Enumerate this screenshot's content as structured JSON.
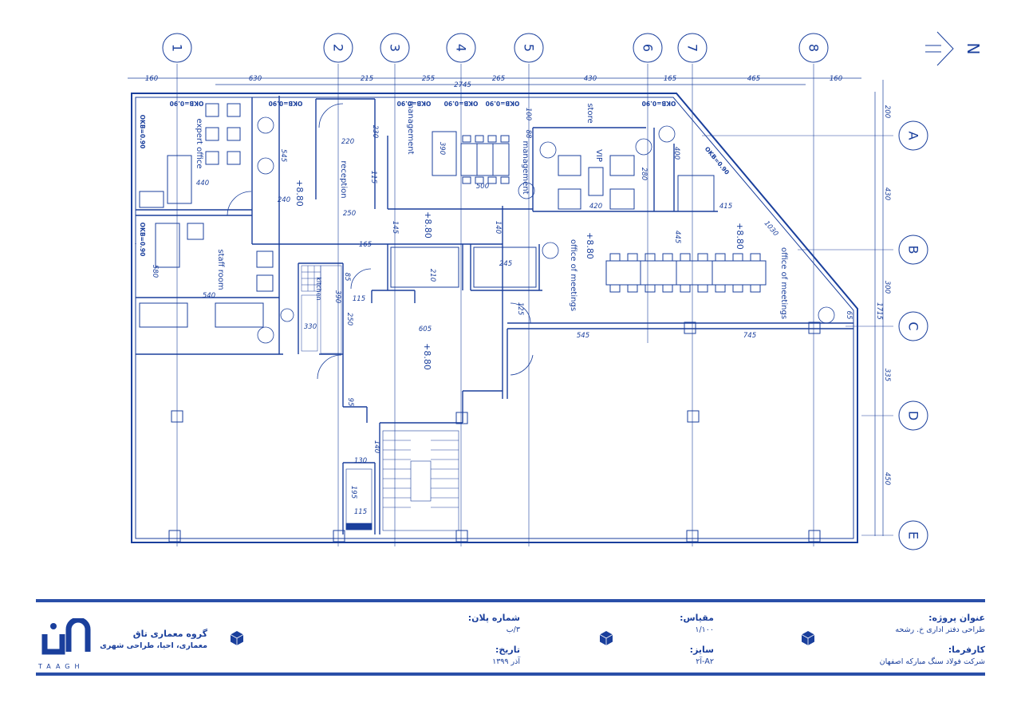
{
  "drawing": {
    "grid_columns": [
      "1",
      "2",
      "3",
      "4",
      "5",
      "6",
      "7",
      "8"
    ],
    "grid_rows": [
      "A",
      "B",
      "C",
      "D",
      "E"
    ],
    "north_label": "N",
    "top_dimensions": [
      "160",
      "630",
      "215",
      "255",
      "265",
      "430",
      "165",
      "465",
      "160"
    ],
    "overall_width": "2745",
    "right_dimensions": [
      "200",
      "430",
      "300",
      "335",
      "450"
    ],
    "overall_height": "1715",
    "rooms": [
      "expert office",
      "reception",
      "management",
      "management",
      "store",
      "VIP",
      "staff room",
      "kitchen",
      "office of meetings",
      "office of meetings"
    ],
    "level_labels": [
      "+8.80",
      "+8.80",
      "+8.80",
      "+8.80",
      "+8.80"
    ],
    "window_tags": [
      "OKB=0.90",
      "OKB=0.90",
      "OKB=0.90",
      "OKB=0.90",
      "OKB=0.90",
      "OKB=0.90",
      "OKB=0.90",
      "OKB=0.90",
      "OKB=0.90"
    ],
    "inner_dimensions": [
      "440",
      "545",
      "240",
      "220",
      "230",
      "115",
      "250",
      "390",
      "500",
      "88",
      "100",
      "420",
      "280",
      "400",
      "415",
      "165",
      "145",
      "140",
      "245",
      "210",
      "250",
      "445",
      "1030",
      "580",
      "540",
      "390",
      "115",
      "330",
      "605",
      "545",
      "745",
      "125",
      "95",
      "140",
      "130",
      "195",
      "115",
      "65",
      "85"
    ]
  },
  "title_block": {
    "project_title_label": "عنوان پروژه:",
    "project_title_value": "طراحی دفتر اداری خ. رشحه",
    "client_label": "کارفرما:",
    "client_value": "شرکت فولاد سنگ مبارکه اصفهان",
    "scale_label": "مقیاس:",
    "scale_value": "۱/۱۰۰",
    "size_label": "سایز:",
    "size_value": "A۲-آ۲",
    "plan_number_label": "شماره پلان:",
    "plan_number_value": "۳/ب",
    "date_label": "تاریخ:",
    "date_value": "آذر ۱۳۹۹",
    "firm_name": "گروه معماری تاق",
    "firm_subtitle": "معماری، احیا، طراحی شهری",
    "logo_text": "TAAGH"
  },
  "colors": {
    "line": "#1a3f9c",
    "bar": "#2a4fa8"
  }
}
